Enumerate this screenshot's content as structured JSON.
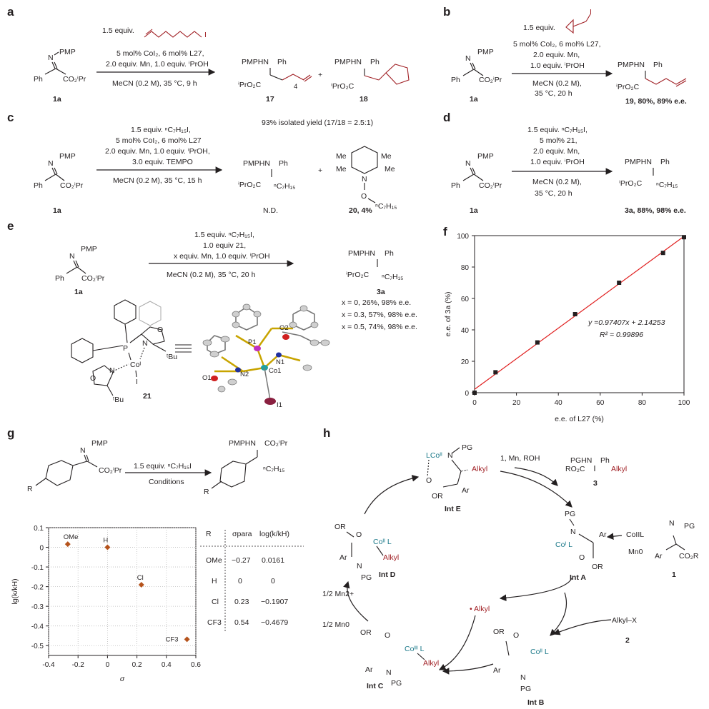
{
  "panels": {
    "a": {
      "label": "a",
      "reactant": "1a",
      "reagent_top": "1.5 equiv.",
      "conditions": [
        "5 mol% CoI₂, 6 mol% L27,",
        "2.0 equiv. Mn, 1.0 equiv. ⁱPrOH",
        "MeCN (0.2 M), 35 °C, 9 h"
      ],
      "products": [
        "17",
        "18"
      ],
      "yield_note": "93% isolated yield (17/18 = 2.5:1)"
    },
    "b": {
      "label": "b",
      "reactant": "1a",
      "conditions": [
        "1.5 equiv.",
        "5 mol% CoI₂, 6 mol% L27,",
        "2.0 equiv. Mn,",
        "1.0 equiv. ⁱPrOH",
        "MeCN (0.2 M),",
        "35 °C, 20 h"
      ],
      "product": "19, 80%, 89% e.e."
    },
    "c": {
      "label": "c",
      "reactant": "1a",
      "conditions": [
        "1.5 equiv. ⁿC₇H₁₅I,",
        "5 mol% CoI₂, 6 mol% L27",
        "2.0 equiv. Mn, 1.0 equiv. ⁱPrOH,",
        "3.0 equiv. TEMPO",
        "MeCN (0.2 M), 35 °C, 15 h"
      ],
      "products": [
        "N.D.",
        "20, 4%"
      ]
    },
    "d": {
      "label": "d",
      "reactant": "1a",
      "conditions": [
        "1.5 equiv. ⁿC₇H₁₅I,",
        "5 mol% 21,",
        "2.0 equiv. Mn,",
        "1.0 equiv. ⁱPrOH",
        "MeCN (0.2 M),",
        "35 °C, 20 h"
      ],
      "product": "3a, 88%, 98% e.e."
    },
    "e": {
      "label": "e",
      "reactant": "1a",
      "conditions": [
        "1.5 equiv. ⁿC₇H₁₅I,",
        "1.0 equiv 21,",
        "x equiv. Mn, 1.0 equiv. ⁱPrOH",
        "MeCN (0.2 M), 35 °C, 20 h"
      ],
      "product": "3a",
      "results": [
        "x = 0, 26%, 98% e.e.",
        "x = 0.3, 57%, 98% e.e.",
        "x = 0.5, 74%, 98% e.e."
      ],
      "complex": "21",
      "xray_labels": [
        "P1",
        "O2",
        "N1",
        "N2",
        "O1",
        "Co1",
        "I1"
      ]
    },
    "g": {
      "label": "g",
      "reagent": "1.5 equiv. ⁿC₇H₁₅I",
      "conditions": "Conditions",
      "table_headers": [
        "R",
        "σpara",
        "log(k/kH)"
      ],
      "table_rows": [
        [
          "OMe",
          "−0.27",
          "0.0161"
        ],
        [
          "H",
          "0",
          "0"
        ],
        [
          "Cl",
          "0.23",
          "−0.1907"
        ],
        [
          "CF3",
          "0.54",
          "−0.4679"
        ]
      ]
    },
    "h": {
      "label": "h",
      "intermediates": [
        "Int A",
        "Int B",
        "Int C",
        "Int D",
        "Int E"
      ],
      "labels": {
        "mn_roh": "1, Mn, ROH",
        "cocat": "CoIIL",
        "mn0": "Mn0",
        "alkyl_x": "Alkyl–X",
        "num2": "2",
        "num1": "1",
        "num3": "3",
        "radical": "• Alkyl",
        "half_mn2": "1/2 Mn2+",
        "half_mn0": "1/2 Mn0"
      }
    }
  },
  "chart_data": [
    {
      "type": "scatter",
      "panel": "f",
      "xlabel": "e.e. of L27 (%)",
      "ylabel": "e.e. of 3a (%)",
      "xlim": [
        0,
        100
      ],
      "ylim": [
        0,
        100
      ],
      "xticks": [
        0,
        20,
        40,
        60,
        80,
        100
      ],
      "yticks": [
        0,
        20,
        40,
        60,
        80,
        100
      ],
      "x": [
        0,
        10,
        30,
        48,
        69,
        90,
        100
      ],
      "y": [
        0,
        13,
        32,
        50,
        70,
        89,
        99
      ],
      "fit": {
        "slope": 0.97407,
        "intercept": 2.14253,
        "equation": "y =0.97407x + 2.14253",
        "r2": "R² = 0.99896",
        "color": "#e02020"
      },
      "marker_color": "#231f20"
    },
    {
      "type": "scatter",
      "panel": "g",
      "xlabel": "σ",
      "ylabel": "lg(k/kH)",
      "xlim": [
        -0.4,
        0.6
      ],
      "ylim": [
        -0.55,
        0.1
      ],
      "xticks": [
        -0.4,
        -0.2,
        0,
        0.2,
        0.4,
        0.6
      ],
      "yticks": [
        0.1,
        0,
        -0.1,
        -0.2,
        -0.3,
        -0.4,
        -0.5
      ],
      "points": [
        {
          "label": "OMe",
          "x": -0.27,
          "y": 0.0161
        },
        {
          "label": "H",
          "x": 0,
          "y": 0
        },
        {
          "label": "Cl",
          "x": 0.23,
          "y": -0.1907
        },
        {
          "label": "CF3",
          "x": 0.54,
          "y": -0.4679
        }
      ],
      "marker_color": "#b5531c"
    }
  ]
}
